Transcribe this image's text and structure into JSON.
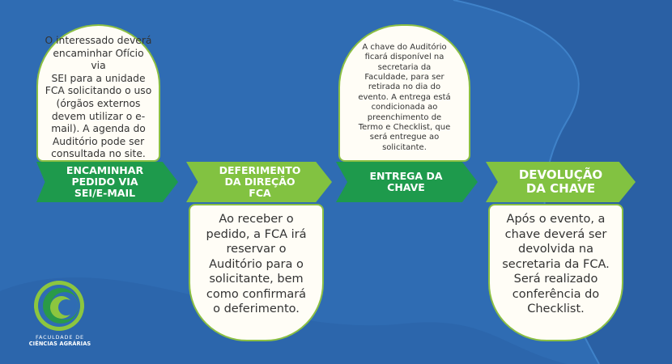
{
  "steps": [
    {
      "label": "ENCAMINHAR\nPEDIDO VIA\nSEI/E-MAIL",
      "description": "O interessado deverá\nencaminhar Ofício via\nSEI para a unidade\nFCA solicitando o uso\n(órgãos externos\ndevem utilizar o e-\nmail). A agenda do\nAuditório pode ser\nconsultada no site."
    },
    {
      "label": "DEFERIMENTO\nDA DIREÇÃO\nFCA",
      "description": "Ao receber o\npedido, a FCA irá\nreservar o\nAuditório para o\nsolicitante, bem\ncomo confirmará\no deferimento."
    },
    {
      "label": "ENTREGA DA\nCHAVE",
      "description": "A chave do Auditório\nficará disponível na\nsecretaria da\nFaculdade, para ser\nretirada no dia do\nevento. A entrega está\ncondicionada ao\npreenchimento de\nTermo e Checklist, que\nserá entregue ao\nsolicitante."
    },
    {
      "label": "DEVOLUÇÃO\nDA CHAVE",
      "description": "Após o evento, a\nchave deverá ser\ndevolvida na\nsecretaria da FCA.\nSerá realizado\nconferência do\nChecklist."
    }
  ],
  "logo": {
    "line1": "FACULDADE DE",
    "line2": "CIÊNCIAS AGRÁRIAS"
  },
  "colors": {
    "background": "#2f6cb3",
    "dark_green": "#1e9a4c",
    "light_green": "#82c241",
    "card_fill": "#fffdf6"
  }
}
